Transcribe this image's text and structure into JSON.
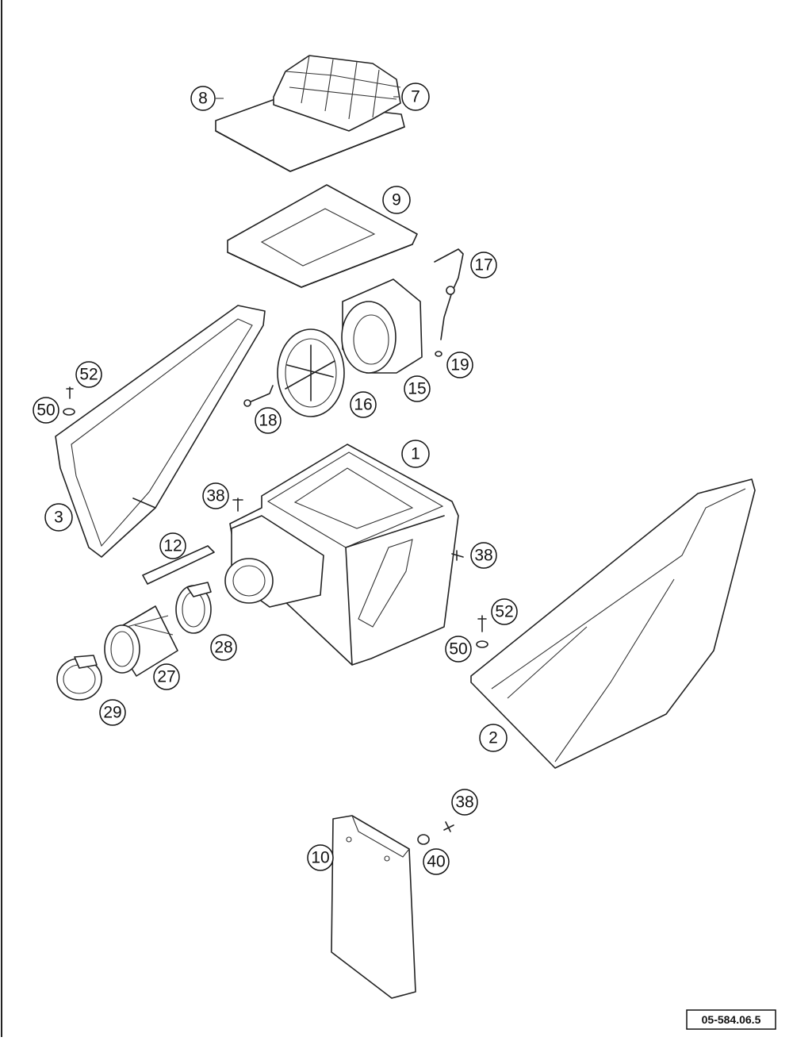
{
  "diagram": {
    "reference_code": "05-584.06.5",
    "callouts": [
      "8",
      "7",
      "9",
      "17",
      "19",
      "15",
      "16",
      "18",
      "52",
      "50",
      "3",
      "1",
      "38",
      "12",
      "38",
      "52",
      "50",
      "28",
      "27",
      "29",
      "2",
      "38",
      "10",
      "40"
    ],
    "colors": {
      "line": "#222222",
      "background": "#ffffff"
    }
  }
}
